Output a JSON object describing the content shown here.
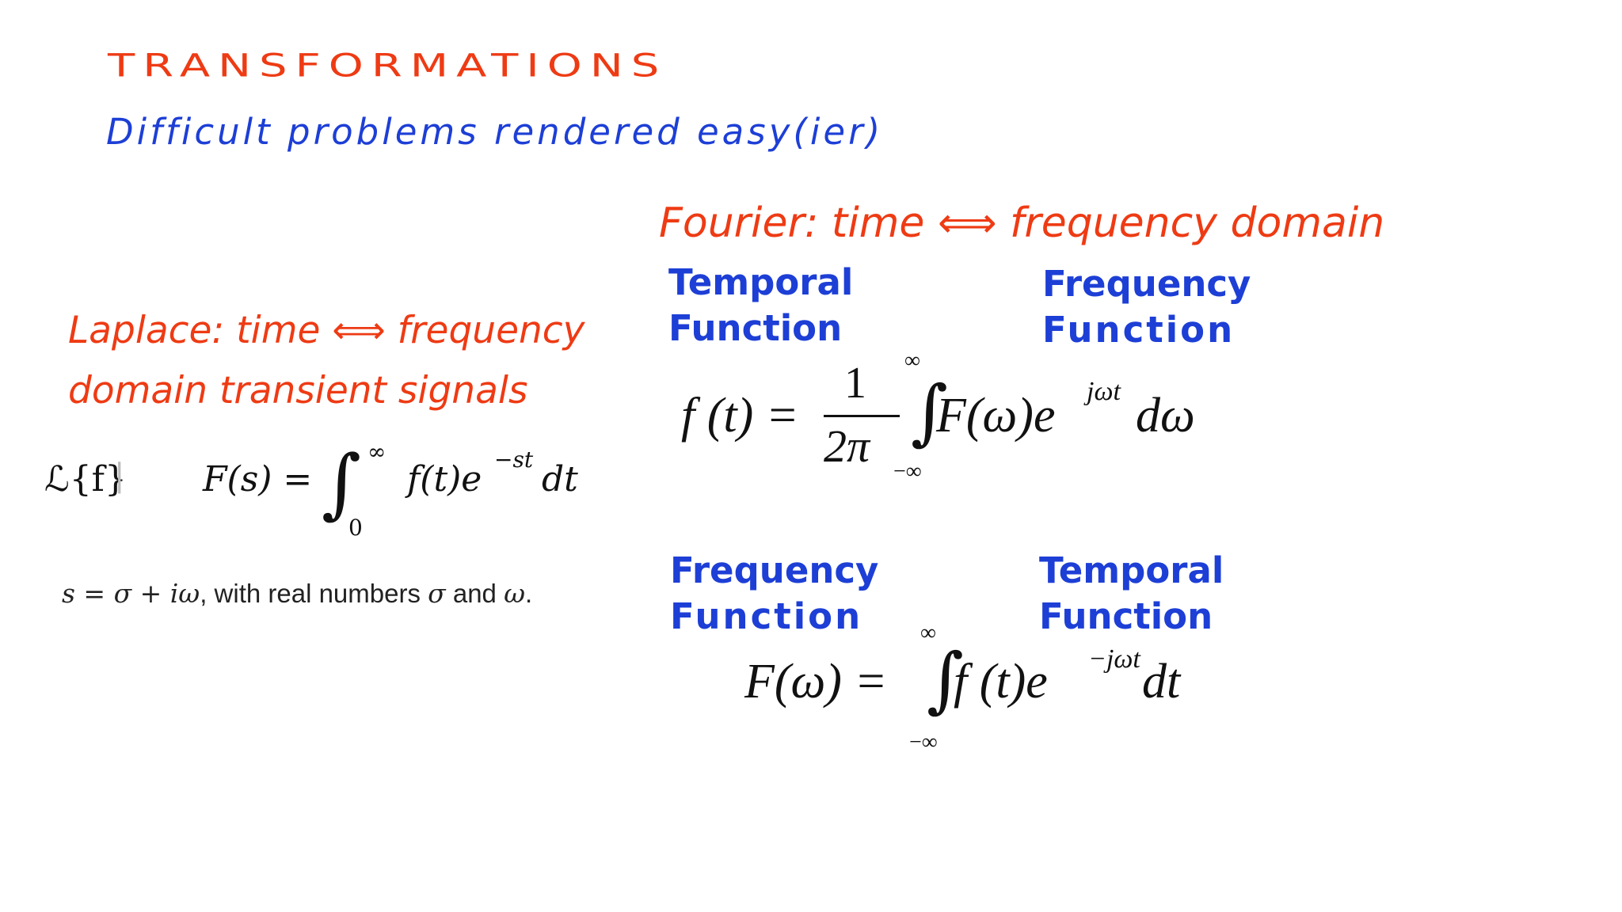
{
  "slide": {
    "title": "Transformations",
    "subtitle": "Difficult problems rendered easy(ier)"
  },
  "laplace": {
    "heading_line1": "Laplace: time ⟺ frequency",
    "heading_line2": "domain transient signals",
    "operator": "ℒ{f}",
    "lhs": "F(s) =",
    "upper_limit": "∞",
    "lower_limit": "0",
    "integrand": "f(t)e",
    "exponent": "−st",
    "differential": "dt",
    "variable_note_prefix": "s = σ + iω",
    "variable_note_text": ", with real numbers ",
    "variable_note_sigma": "σ",
    "variable_note_and": " and ",
    "variable_note_omega": "ω",
    "variable_note_end": "."
  },
  "fourier": {
    "heading": "Fourier: time ⟺ frequency domain",
    "inverse": {
      "left_label_1": "Temporal",
      "left_label_2": "Function",
      "right_label_1": "Frequency",
      "right_label_2": "Function",
      "lhs": "f (t) =",
      "numerator": "1",
      "denominator": "2π",
      "upper_limit": "∞",
      "lower_limit": "−∞",
      "integrand": "F(ω)e",
      "exponent": "jωt",
      "differential": "dω"
    },
    "forward": {
      "left_label_1": "Frequency",
      "left_label_2": "Function",
      "right_label_1": "Temporal",
      "right_label_2": "Function",
      "lhs": "F(ω) =",
      "upper_limit": "∞",
      "lower_limit": "−∞",
      "integrand": "f (t)e",
      "exponent": "−jωt",
      "differential": "dt"
    }
  },
  "colors": {
    "title_red": "#ee3b14",
    "heading_blue": "#1d3fd6",
    "math_black": "#111111"
  }
}
